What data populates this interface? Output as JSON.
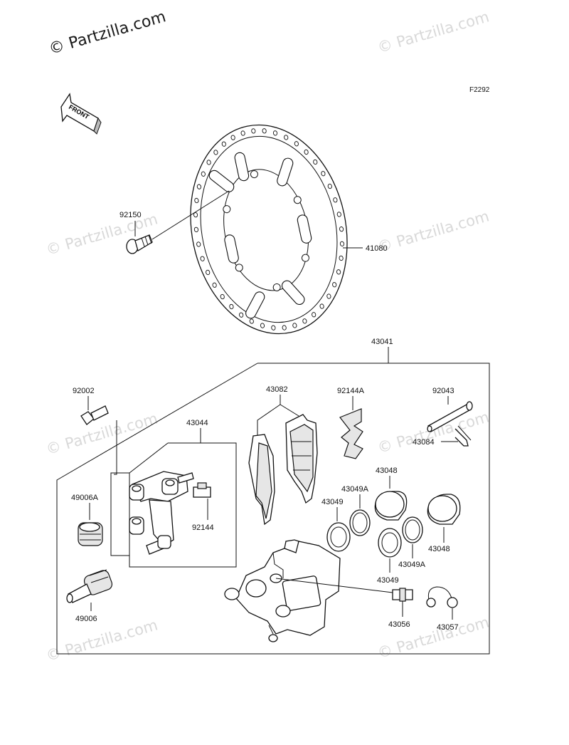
{
  "watermark": {
    "main": "© Partzilla.com",
    "repeat": "© Partzilla.com"
  },
  "figure_code": "F2292",
  "front_label": "FRONT",
  "callouts": {
    "p92150": "92150",
    "p41080": "41080",
    "p43041": "43041",
    "p92002": "92002",
    "p43082": "43082",
    "p92144A": "92144A",
    "p92043": "92043",
    "p43084": "43084",
    "p43044": "43044",
    "p49006A": "49006A",
    "p92144": "92144",
    "p43048a": "43048",
    "p43049Aa": "43049A",
    "p43049a": "43049",
    "p43048b": "43048",
    "p43049Ab": "43049A",
    "p43049b": "43049",
    "p49006": "49006",
    "p43056": "43056",
    "p43057": "43057"
  }
}
